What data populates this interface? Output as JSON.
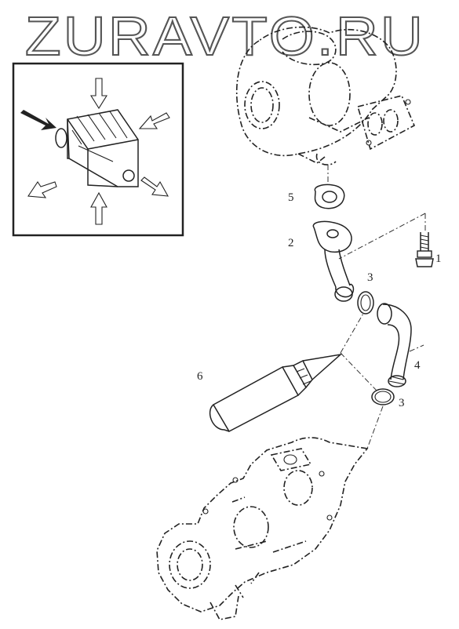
{
  "watermark": "ZURAVTO.RU",
  "callouts": {
    "c1": "1",
    "c2": "2",
    "c3a": "3",
    "c3b": "3",
    "c4": "4",
    "c5": "5",
    "c6": "6"
  },
  "inset": {
    "arrows": [
      "arrow-down-icon",
      "arrow-left-down-icon",
      "arrow-right-up-icon",
      "arrow-up-icon",
      "arrow-left-up-icon",
      "arrow-right-down-icon",
      "arrow-pointer-icon"
    ]
  },
  "colors": {
    "ink": "#222222",
    "paper": "#ffffff"
  }
}
